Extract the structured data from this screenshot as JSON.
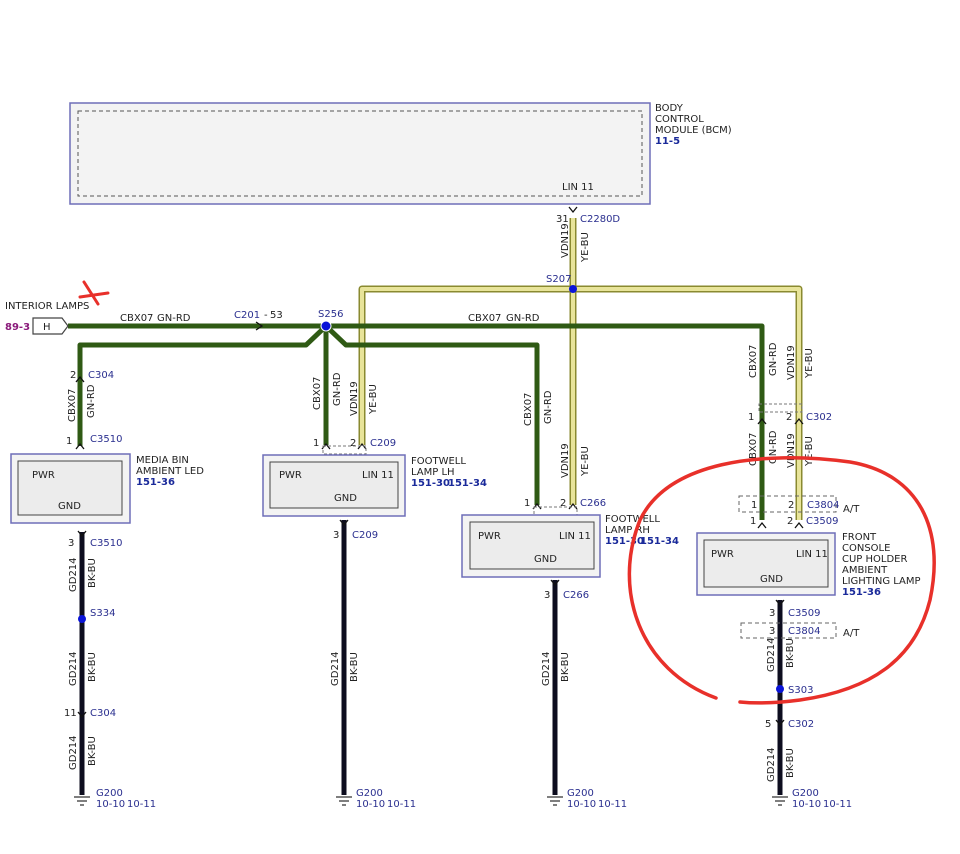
{
  "bcm": {
    "name_lines": [
      "BODY",
      "CONTROL",
      "MODULE (BCM)"
    ],
    "ref": "11-5",
    "pin": "LIN 11",
    "pin_num": "31",
    "connector": "C2280D"
  },
  "splices": {
    "s207": "S207",
    "s256": "S256",
    "s334": "S334",
    "s303": "S303"
  },
  "interior_lamps": {
    "label": "INTERIOR LAMPS",
    "ref": "89-3",
    "pin": "H"
  },
  "wires": {
    "cbx07": "CBX07",
    "gnrd": "GN-RD",
    "vdn19": "VDN19",
    "yebu": "YE-BU",
    "gd214": "GD214",
    "bkbu": "BK-BU"
  },
  "c201": {
    "name": "C201",
    "pin": "53"
  },
  "media_bin": {
    "name_lines": [
      "MEDIA BIN",
      "AMBIENT LED"
    ],
    "ref": "151-36",
    "pwr": "PWR",
    "gnd": "GND",
    "top_pin": "2",
    "top_conn": "C304",
    "in_pin": "1",
    "in_conn": "C3510",
    "out_pin": "3",
    "out_conn": "C3510",
    "c304_pin": "11",
    "c304_conn": "C304"
  },
  "footwell_lh": {
    "name_lines": [
      "FOOTWELL",
      "LAMP LH"
    ],
    "ref1": "151-30",
    "ref2": "151-34",
    "pwr": "PWR",
    "lin": "LIN 11",
    "gnd": "GND",
    "pin1": "1",
    "pin2": "2",
    "conn": "C209",
    "out_pin": "3",
    "out_conn": "C209"
  },
  "footwell_rh": {
    "name_lines": [
      "FOOTWELL",
      "LAMP RH"
    ],
    "ref1": "151-30",
    "ref2": "151-34",
    "pwr": "PWR",
    "lin": "LIN 11",
    "gnd": "GND",
    "pin1": "1",
    "pin2": "2",
    "conn": "C266",
    "out_pin": "3",
    "out_conn": "C266"
  },
  "front_console": {
    "name_lines": [
      "FRONT",
      "CONSOLE",
      "CUP HOLDER",
      "AMBIENT",
      "LIGHTING LAMP"
    ],
    "ref": "151-36",
    "pwr": "PWR",
    "lin": "LIN 11",
    "gnd": "GND",
    "c302_pin1": "1",
    "c302_pin2": "2",
    "c302": "C302",
    "c3804_pin1": "1",
    "c3804_pin2": "2",
    "c3804": "C3804",
    "at": "A/T",
    "c3509_pin1": "1",
    "c3509_pin2": "2",
    "c3509": "C3509",
    "out_pin": "3",
    "out_conn": "C3509",
    "c3804b_pin": "3",
    "c3804b": "C3804",
    "at2": "A/T",
    "c302b_pin": "5",
    "c302b": "C302"
  },
  "grounds": {
    "name": "G200",
    "ref1": "10-10",
    "ref2": "10-11"
  },
  "colors": {
    "green_wire": "#2f5a14",
    "yellow_wire": "#d6d27a",
    "black_wire": "#0d0d1f",
    "box_border": "#6e6eb8",
    "splice_dot": "#0a14d8",
    "annotation_red": "#e8302a"
  }
}
